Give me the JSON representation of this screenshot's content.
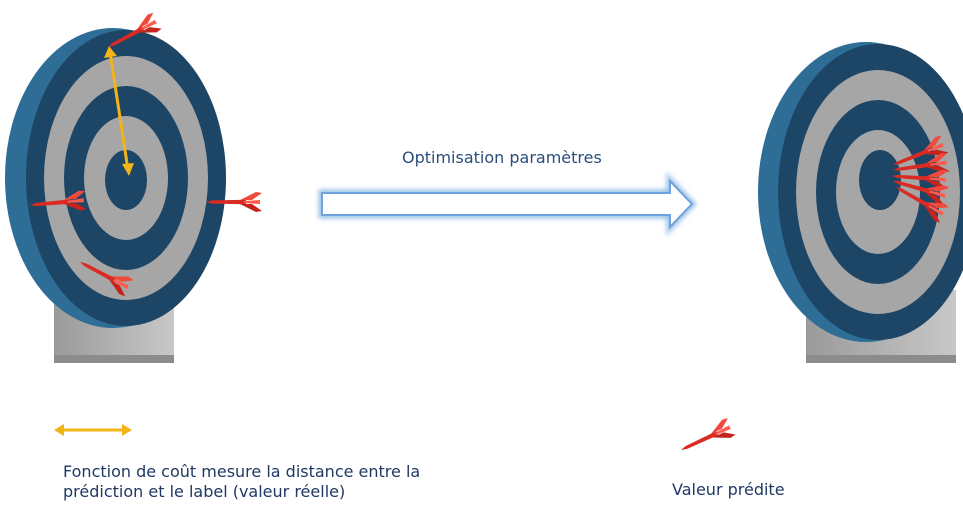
{
  "diagram": {
    "arrow_label": "Optimisation paramètres",
    "legend": {
      "cost_line1": "Fonction de coût mesure la distance entre la",
      "cost_line2": "prédiction et le label (valeur réelle)",
      "prediction": "Valeur prédite"
    }
  },
  "colors": {
    "ring_dark": "#1d4566",
    "ring_light": "#a6a6a6",
    "rim": "#2e6d96",
    "stand": "#b4b4b4",
    "dart": "#e8352c",
    "cost_arrow": "#f2b417",
    "arrow_glow": "#9cc3ea"
  }
}
